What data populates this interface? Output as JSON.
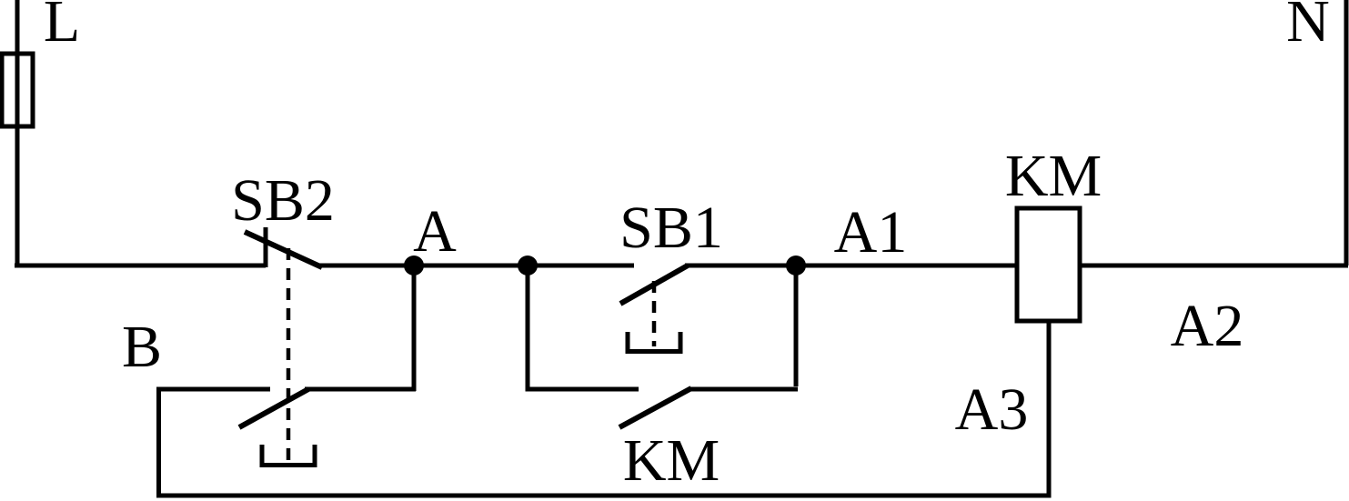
{
  "figure": {
    "kind": "electrical-control-circuit-diagram",
    "background_color": "#ffffff",
    "line_color": "#000000",
    "labels": {
      "line_terminal": "L",
      "neutral_terminal": "N",
      "stop_button": "SB2",
      "start_button": "SB1",
      "node_a": "A",
      "node_b": "B",
      "terminal_a1": "A1",
      "terminal_a2": "A2",
      "terminal_a3": "A3",
      "contactor_coil": "KM",
      "contactor_aux_contact": "KM"
    },
    "components": [
      {
        "icon": "fuse-icon",
        "description": "fuse in line L"
      },
      {
        "icon": "normally-closed-pushbutton-icon",
        "label_key": "stop_button"
      },
      {
        "icon": "normally-open-pushbutton-icon",
        "label_key": "start_button"
      },
      {
        "icon": "normally-open-contact-icon",
        "label_key": "contactor_aux_contact"
      },
      {
        "icon": "coil-icon",
        "label_key": "contactor_coil"
      },
      {
        "icon": "junction-dot-icon",
        "count": 3
      }
    ]
  }
}
